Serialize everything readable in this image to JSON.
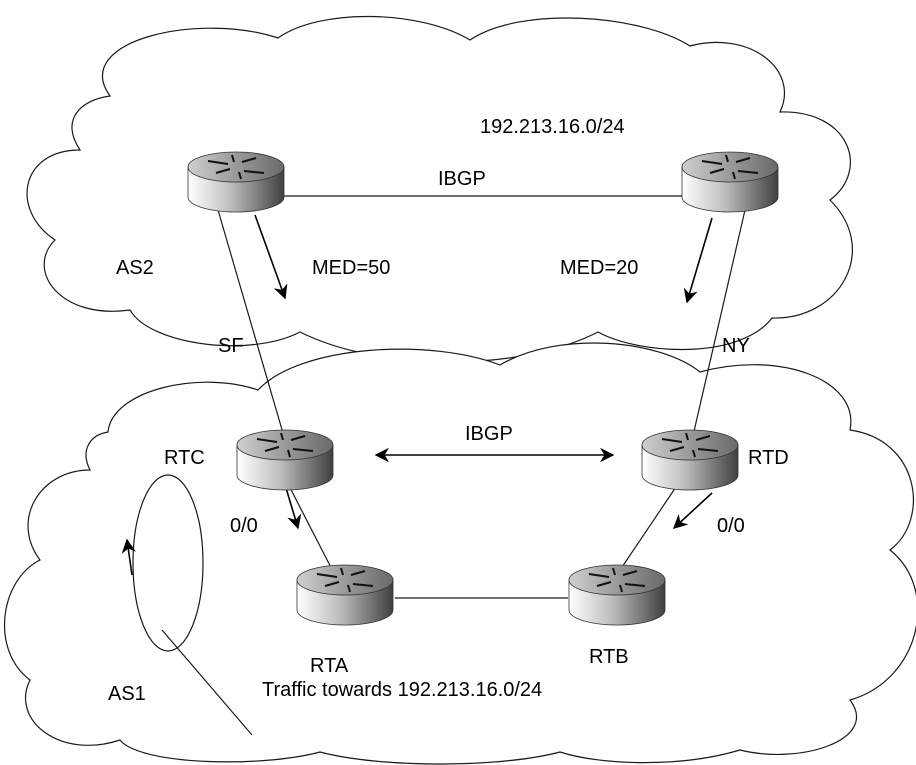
{
  "upper_as": {
    "name": "AS2",
    "prefix": "192.213.16.0/24",
    "ibgp_label": "IBGP",
    "med_sf": "MED=50",
    "med_ny": "MED=20"
  },
  "links": {
    "sf": "SF",
    "ny": "NY"
  },
  "lower_as": {
    "name": "AS1",
    "ibgp_label": "IBGP",
    "default_left": "0/0",
    "default_right": "0/0",
    "traffic_note": "Traffic towards 192.213.16.0/24"
  },
  "routers": {
    "rtc": "RTC",
    "rtd": "RTD",
    "rta": "RTA",
    "rtb": "RTB"
  }
}
